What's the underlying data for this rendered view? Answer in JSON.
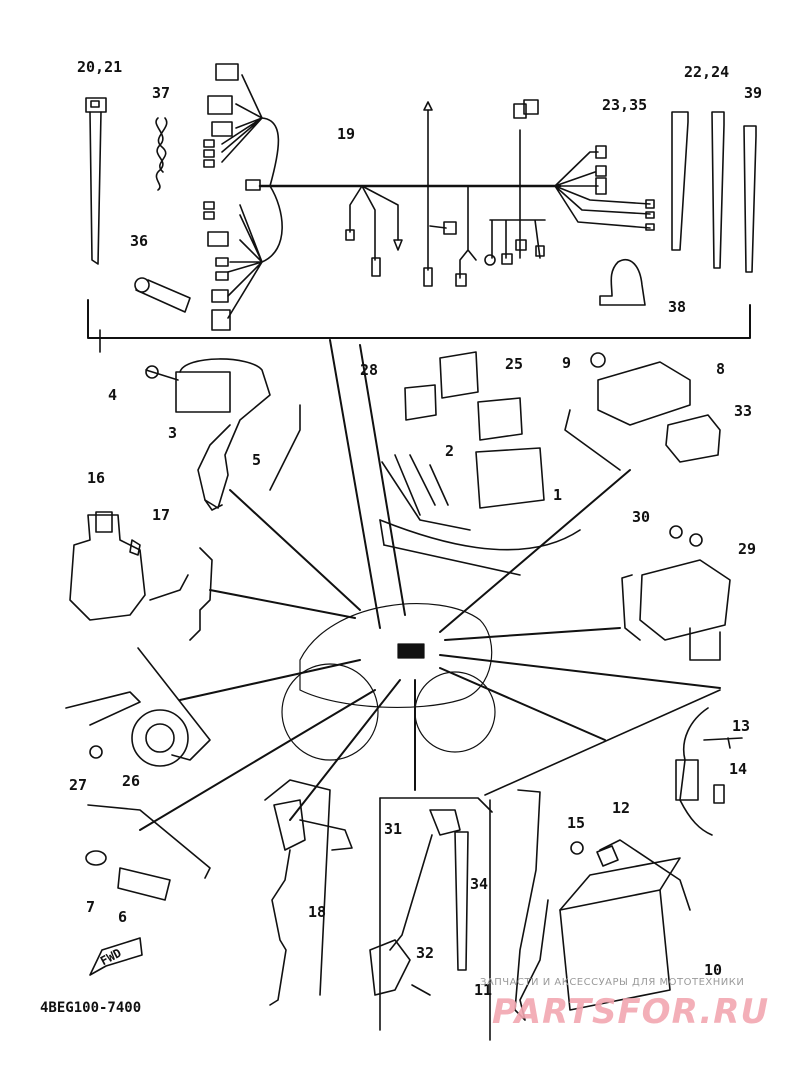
{
  "diagram_code": "4BEG100-7400",
  "fwd_label": "FWD",
  "watermark": {
    "top_text": "ЗАПЧАСТИ И АКСЕССУАРЫ ДЛЯ МОТОТЕХНИКИ",
    "logo_text": "PARTSFOR.RU"
  },
  "part_labels": {
    "p20_21": "20,21",
    "p37": "37",
    "p19": "19",
    "p22_24": "22,24",
    "p23_35": "23,35",
    "p39": "39",
    "p36": "36",
    "p38": "38",
    "p28": "28",
    "p25": "25",
    "p9": "9",
    "p8": "8",
    "p4": "4",
    "p3": "3",
    "p5": "5",
    "p2": "2",
    "p1": "1",
    "p33": "33",
    "p16": "16",
    "p17": "17",
    "p30": "30",
    "p29": "29",
    "p27": "27",
    "p26": "26",
    "p13": "13",
    "p14": "14",
    "p7": "7",
    "p6": "6",
    "p18": "18",
    "p31": "31",
    "p34": "34",
    "p15": "15",
    "p12": "12",
    "p32": "32",
    "p11": "11",
    "p10": "10"
  }
}
